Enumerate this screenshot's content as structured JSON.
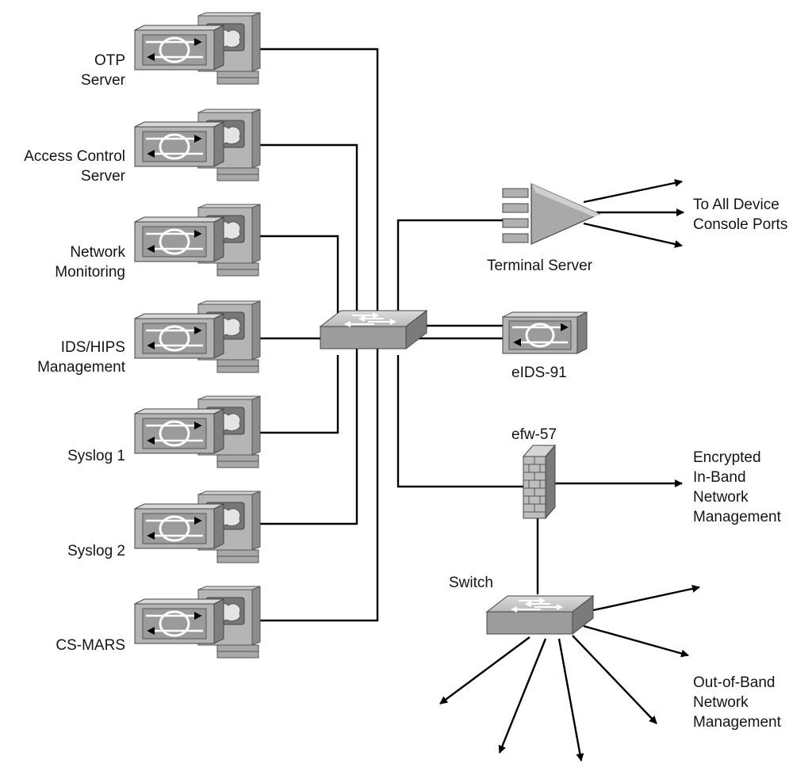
{
  "servers": [
    {
      "id": "otp",
      "label": "OTP\nServer"
    },
    {
      "id": "acs",
      "label": "Access Control\nServer"
    },
    {
      "id": "netmon",
      "label": "Network\nMonitoring"
    },
    {
      "id": "ids-hips",
      "label": "IDS/HIPS\nManagement"
    },
    {
      "id": "syslog1",
      "label": "Syslog 1"
    },
    {
      "id": "syslog2",
      "label": "Syslog 2"
    },
    {
      "id": "cs-mars",
      "label": "CS-MARS"
    }
  ],
  "terminal_server": {
    "label": "Terminal Server",
    "target": "To All Device\nConsole Ports"
  },
  "eids": {
    "label": "eIDS-91"
  },
  "firewall": {
    "label": "efw-57",
    "target": "Encrypted\nIn-Band\nNetwork\nManagement"
  },
  "switch": {
    "label": "Switch",
    "target": "Out-of-Band\nNetwork\nManagement"
  },
  "icons": [
    "server-icon",
    "monitor-icon",
    "switch-icon",
    "terminal-server-icon",
    "ids-sensor-icon",
    "firewall-icon",
    "arrow-icon"
  ],
  "colors": {
    "device_gray": "#b9b9b9",
    "device_dark": "#8a8a8a",
    "line": "#000000",
    "background": "#ffffff"
  }
}
